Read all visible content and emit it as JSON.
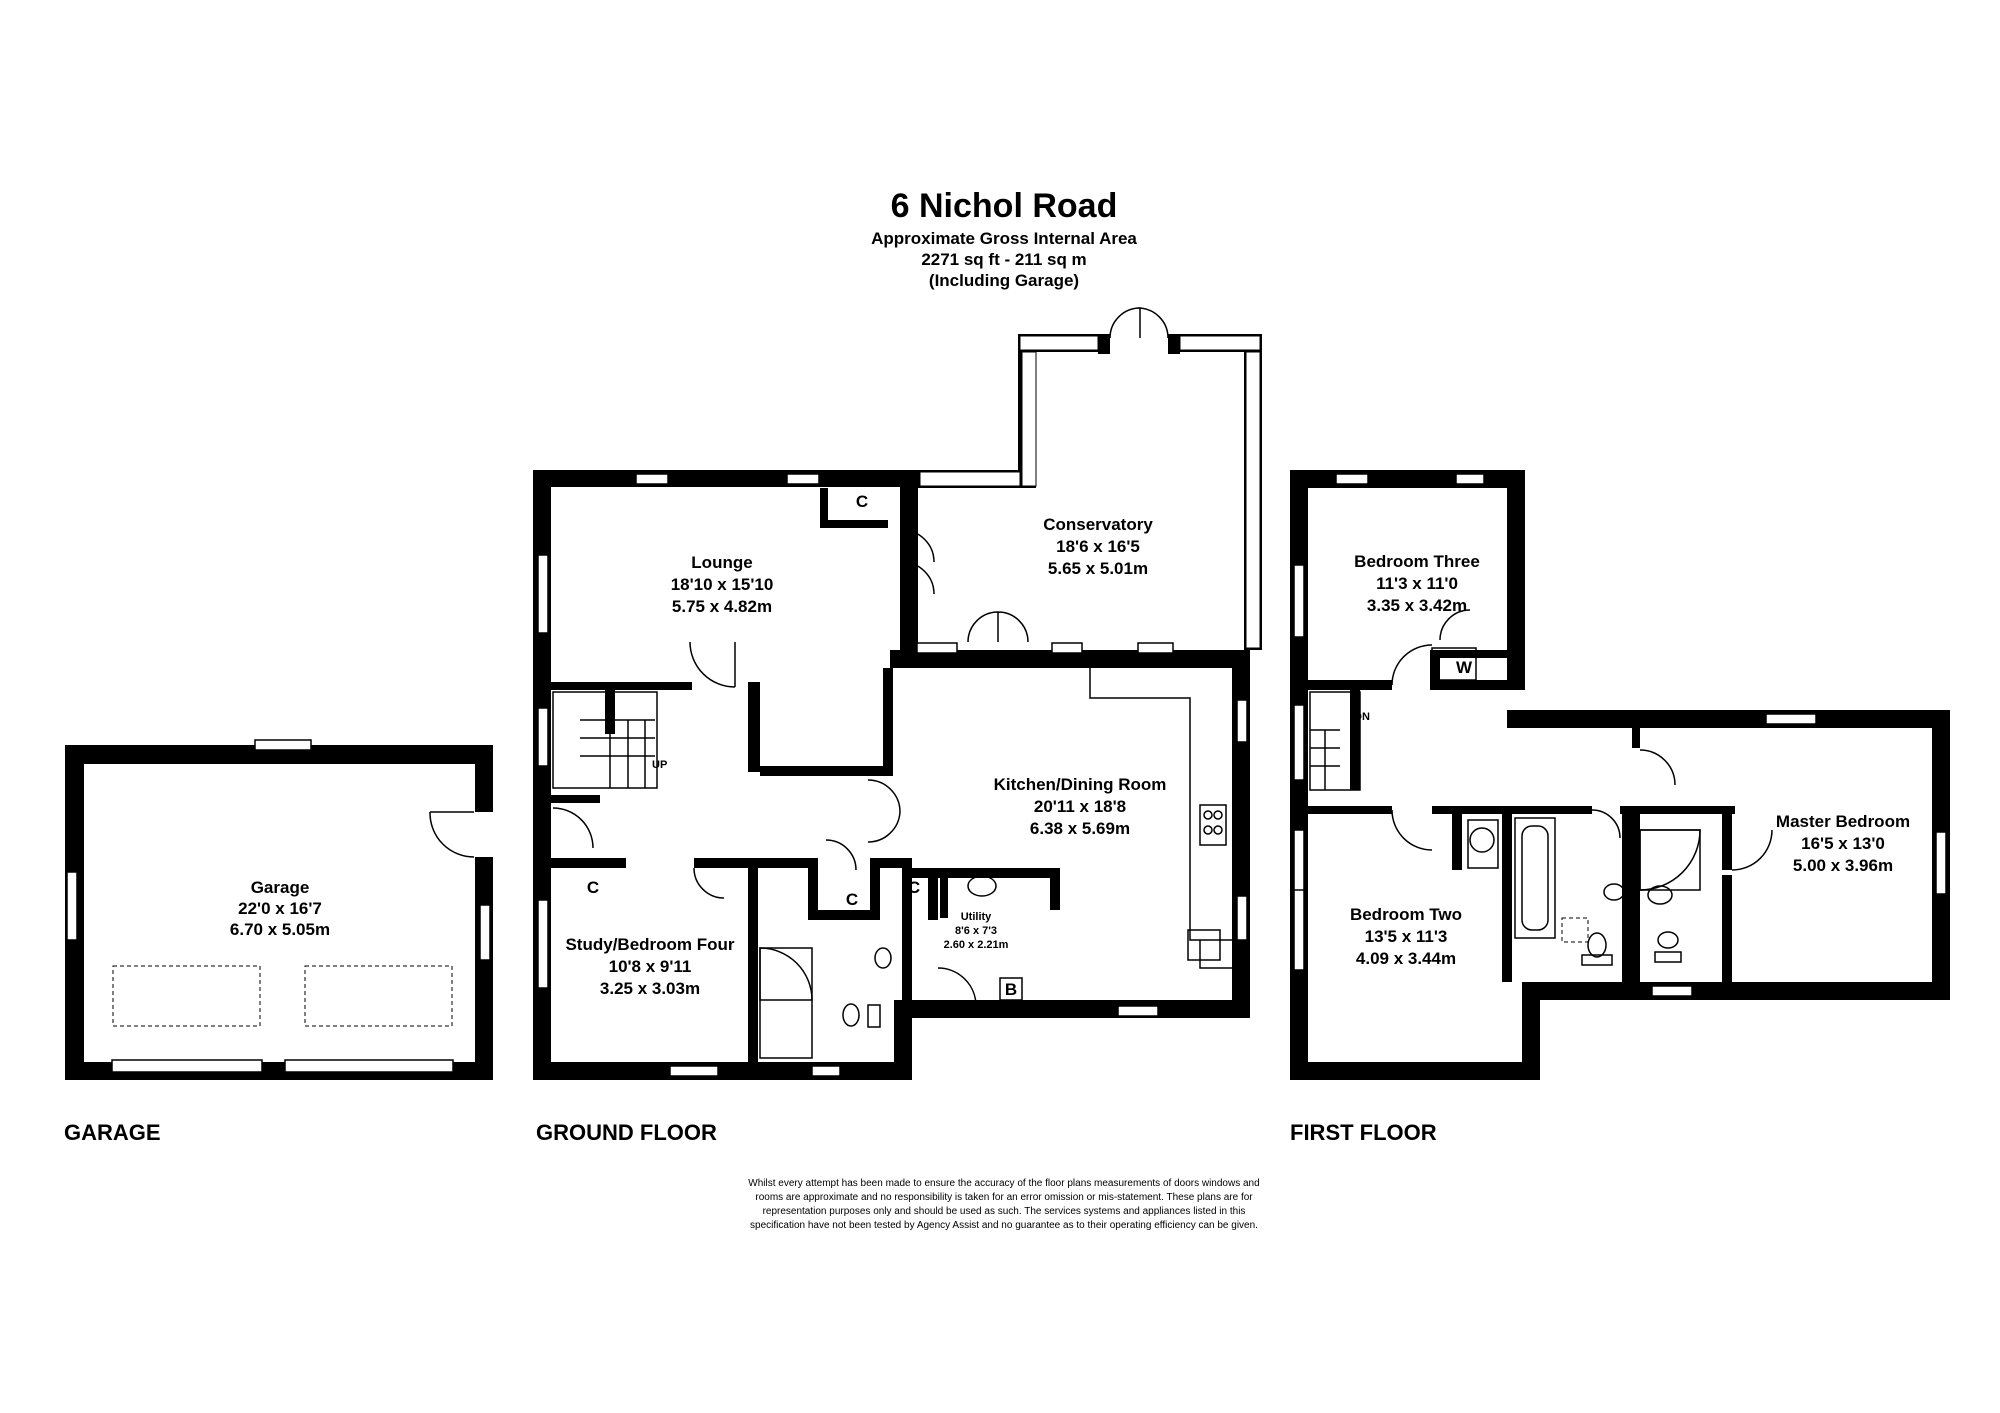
{
  "header": {
    "title": "6 Nichol Road",
    "subtitle": "Approximate Gross Internal Area",
    "area": "2271 sq ft - 211 sq m",
    "note": "(Including Garage)"
  },
  "floors": {
    "garage": "GARAGE",
    "ground": "GROUND FLOOR",
    "first": "FIRST FLOOR"
  },
  "rooms": {
    "garage": {
      "name": "Garage",
      "imperial": "22'0 x 16'7",
      "metric": "6.70 x 5.05m"
    },
    "lounge": {
      "name": "Lounge",
      "imperial": "18'10 x 15'10",
      "metric": "5.75 x 4.82m"
    },
    "conservatory": {
      "name": "Conservatory",
      "imperial": "18'6 x 16'5",
      "metric": "5.65 x 5.01m"
    },
    "kitchen": {
      "name": "Kitchen/Dining Room",
      "imperial": "20'11 x 18'8",
      "metric": "6.38 x 5.69m"
    },
    "study": {
      "name": "Study/Bedroom Four",
      "imperial": "10'8 x 9'11",
      "metric": "3.25 x 3.03m"
    },
    "utility": {
      "name": "Utility",
      "imperial": "8'6 x 7'3",
      "metric": "2.60 x 2.21m"
    },
    "bedroom3": {
      "name": "Bedroom Three",
      "imperial": "11'3 x 11'0",
      "metric": "3.35 x 3.42m"
    },
    "bedroom2": {
      "name": "Bedroom Two",
      "imperial": "13'5 x 11'3",
      "metric": "4.09 x 3.44m"
    },
    "master": {
      "name": "Master Bedroom",
      "imperial": "16'5 x 13'0",
      "metric": "5.00 x 3.96m"
    }
  },
  "markers": {
    "cupboard": "C",
    "wardrobe": "W",
    "boiler": "B",
    "up": "UP",
    "down": "DN"
  },
  "disclaimer": [
    "Whilst every attempt has been made to ensure the accuracy of the floor plans measurements of doors windows and",
    "rooms are approximate and no responsibility is taken for an error omission or mis-statement. These plans are for",
    "representation purposes only and should be used as such. The services systems and appliances listed in this",
    "specification have not been tested by Agency Assist and no guarantee as to their operating efficiency can be given."
  ]
}
